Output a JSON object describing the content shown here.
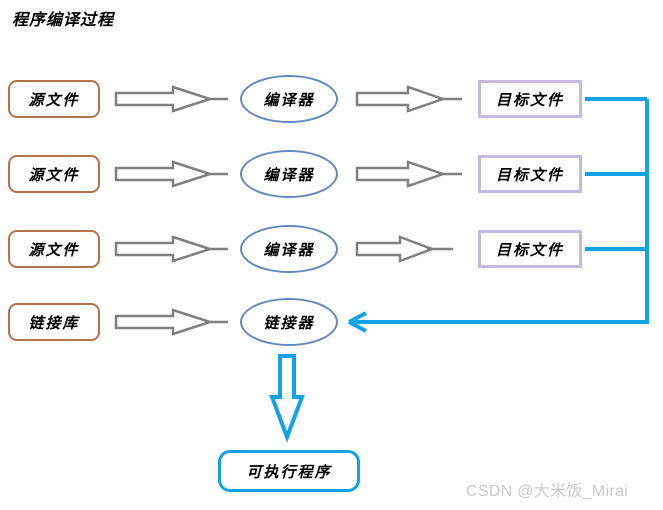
{
  "title": "程序编译过程",
  "watermark": "CSDN @大米饭_Mirai",
  "colors": {
    "source_border": "#b5724a",
    "processor_border": "#6389bd",
    "object_border": "#c6bbdf",
    "executable_border": "#12a2e8",
    "gray_arrow": "#808080",
    "blue_link": "#12a2e8",
    "watermark_text": "#c9c9c9",
    "text": "#000000",
    "background": "#ffffff"
  },
  "rows": [
    {
      "source_label": "源文件",
      "arrow1": "gray-block-arrow-right-icon",
      "processor_label": "编译器",
      "arrow2": "gray-block-arrow-right-icon",
      "object_label": "目标文件"
    },
    {
      "source_label": "源文件",
      "arrow1": "gray-block-arrow-right-icon",
      "processor_label": "编译器",
      "arrow2": "gray-block-arrow-right-icon",
      "object_label": "目标文件"
    },
    {
      "source_label": "源文件",
      "arrow1": "gray-block-arrow-right-icon",
      "processor_label": "编译器",
      "arrow2": "gray-block-arrow-right-icon",
      "object_label": "目标文件"
    }
  ],
  "link_row": {
    "library_label": "链接库",
    "arrow": "gray-block-arrow-right-icon",
    "linker_label": "链接器",
    "incoming_arrow": "blue-arrow-left-icon"
  },
  "output": {
    "arrow": "blue-block-arrow-down-icon",
    "label": "可执行程序"
  }
}
